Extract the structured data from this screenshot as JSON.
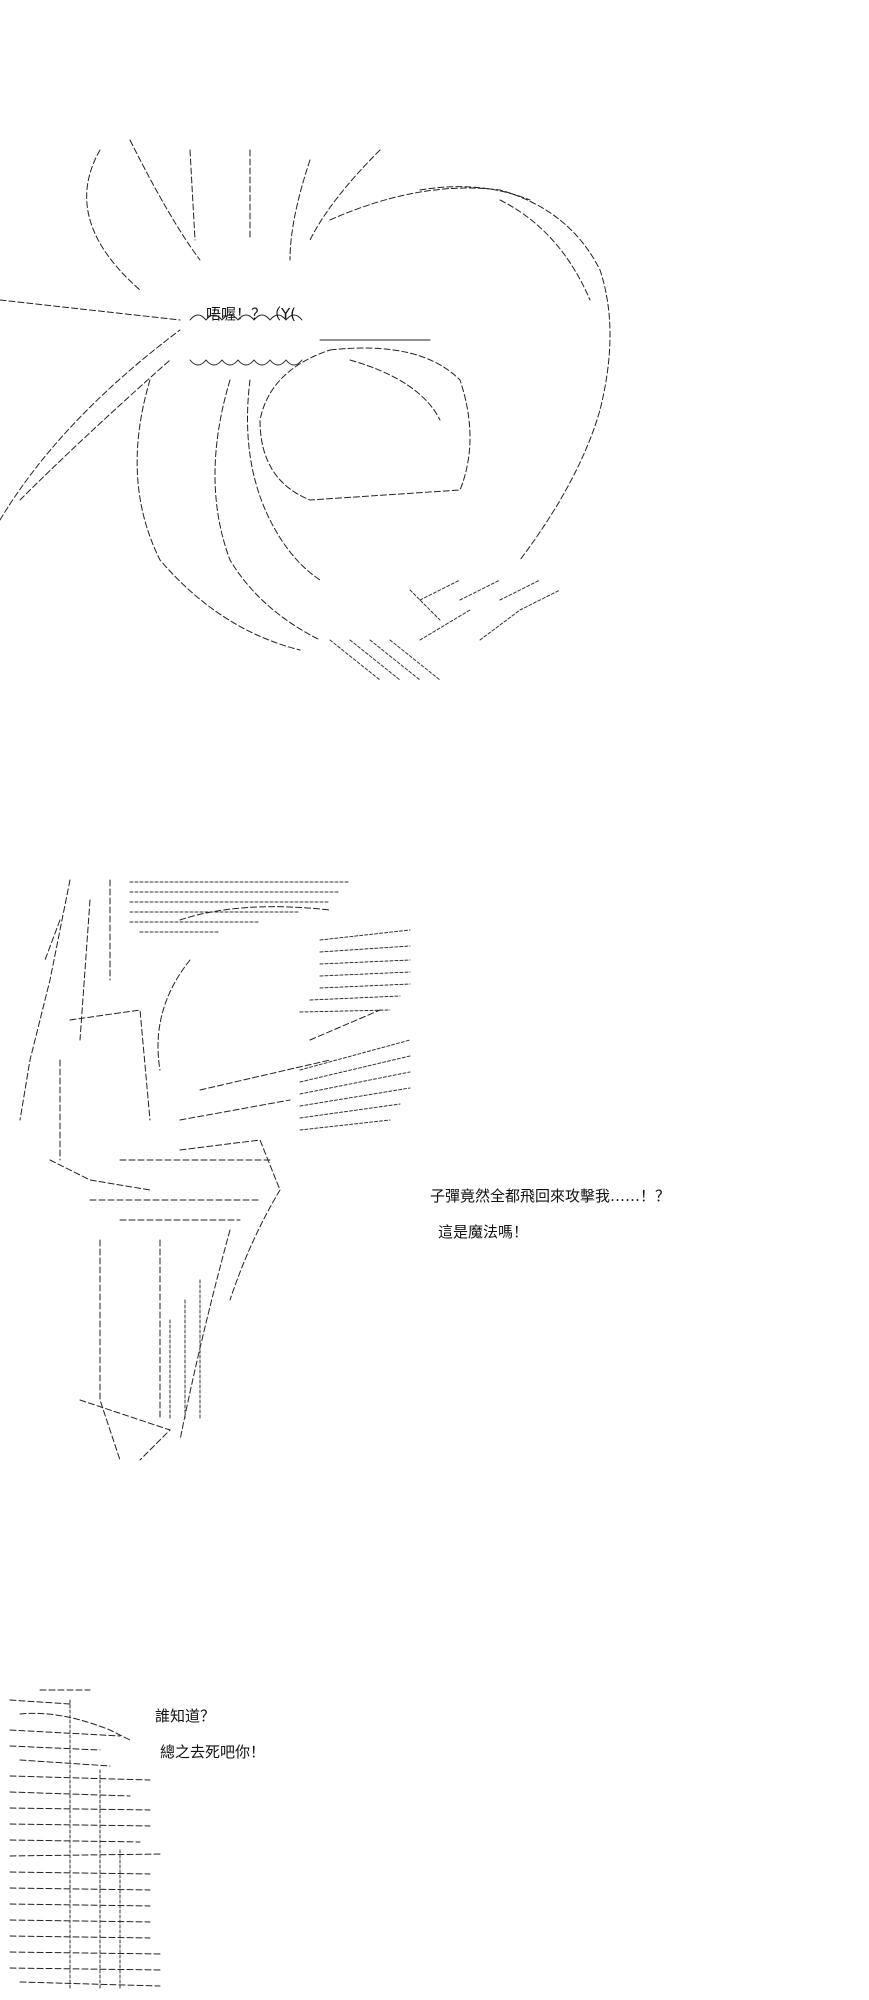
{
  "panel1": {
    "speech": "唔喔！？（Y("
  },
  "panel2": {
    "line1": "子彈竟然全都飛回來攻擊我……！？",
    "line2": "這是魔法嗎！"
  },
  "panel3": {
    "line1": "誰知道？",
    "line2": "總之去死吧你！"
  }
}
